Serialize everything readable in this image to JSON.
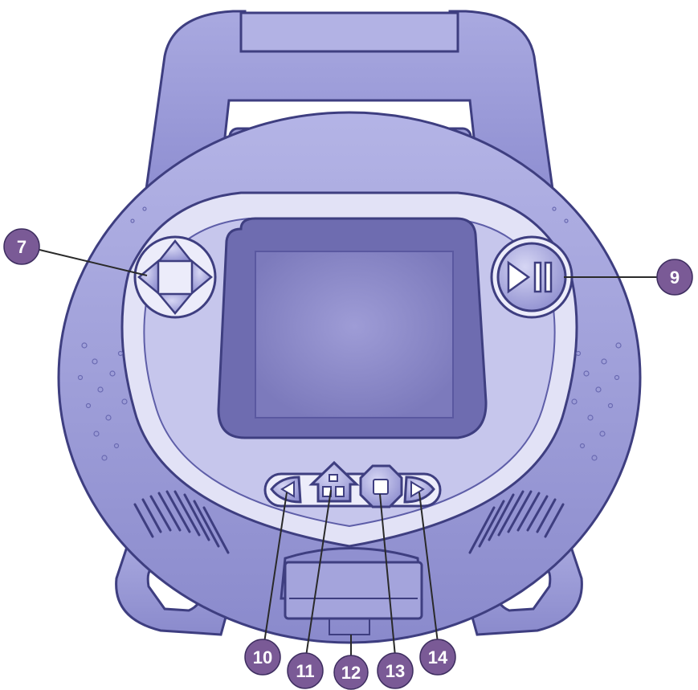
{
  "device": {
    "name": "",
    "colors": {
      "body": "#9a9ad6",
      "body_dark": "#5e5ea8",
      "body_light": "#c8c8ee",
      "screen": "#8383c2",
      "screen_inner": "#9a98d2",
      "outline": "#3e3e80",
      "callout": "#7a5a96"
    }
  },
  "callouts": [
    {
      "id": "7",
      "label": "7",
      "target": "dpad"
    },
    {
      "id": "9",
      "label": "9",
      "target": "play-pause-button"
    },
    {
      "id": "10",
      "label": "10",
      "target": "back-button"
    },
    {
      "id": "11",
      "label": "11",
      "target": "home-button"
    },
    {
      "id": "12",
      "label": "12",
      "target": "cartridge-slot"
    },
    {
      "id": "13",
      "label": "13",
      "target": "stop-button"
    },
    {
      "id": "14",
      "label": "14",
      "target": "forward-button"
    }
  ],
  "icons": {
    "dpad": "four-direction-arrows-icon",
    "play_pause": "play-pause-icon",
    "back": "triangle-left-icon",
    "home": "house-icon",
    "stop": "octagon-stop-icon",
    "forward": "triangle-right-icon"
  }
}
